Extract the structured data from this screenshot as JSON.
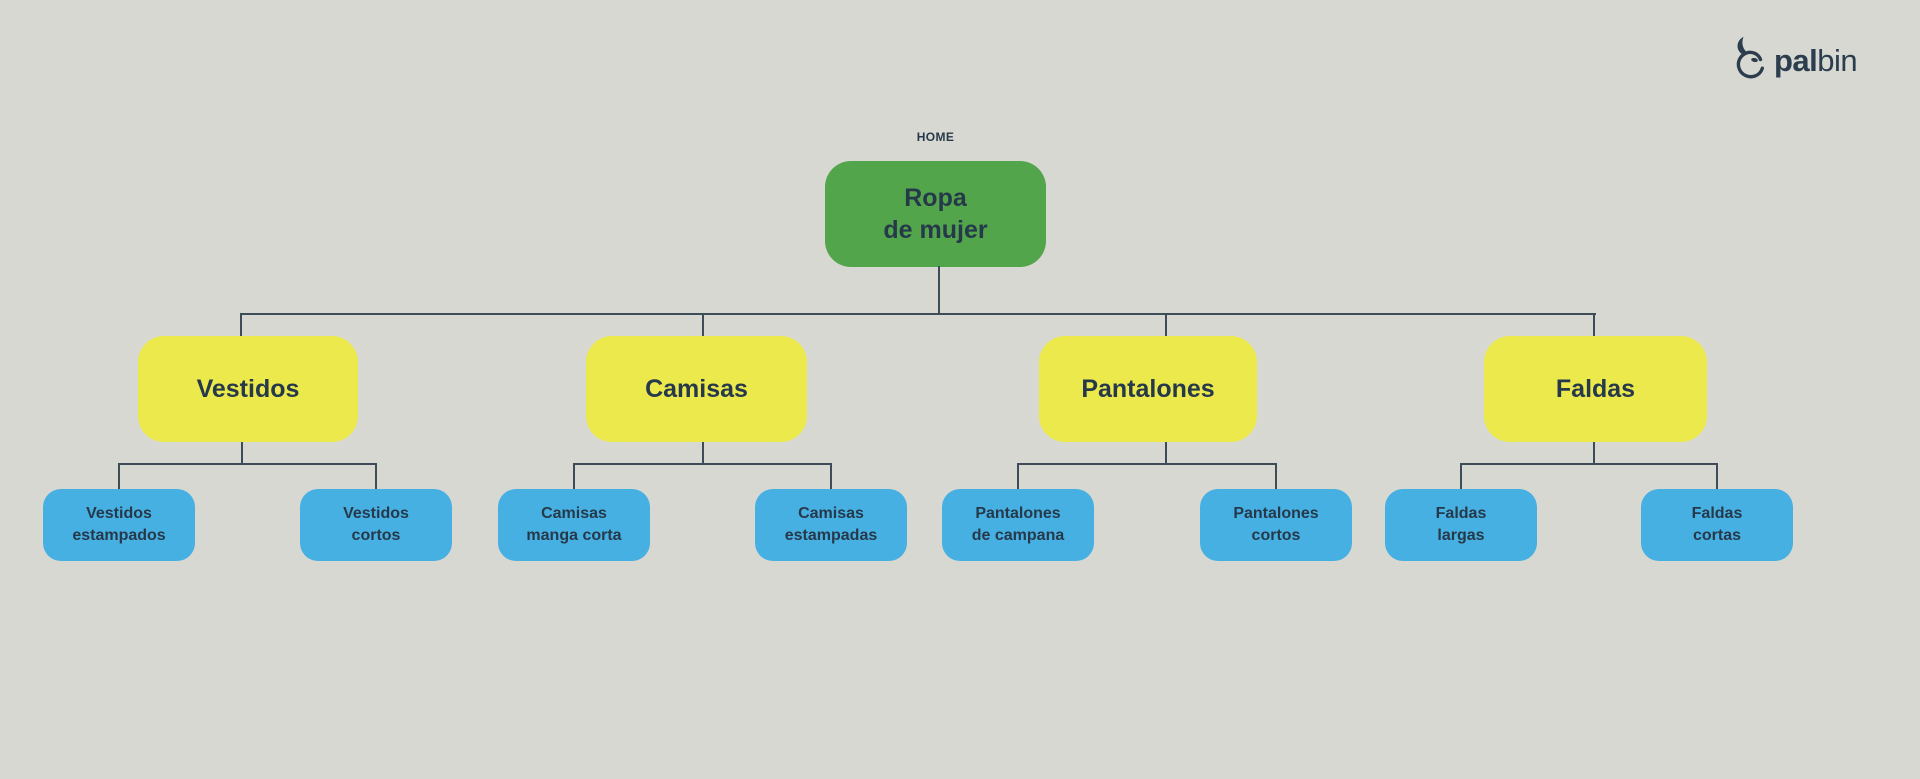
{
  "page": {
    "background_color": "#d8d8d2"
  },
  "logo": {
    "icon": "palbin-fish-icon",
    "text_bold": "pal",
    "text_regular": "bin",
    "color": "#2c3d4e"
  },
  "colors": {
    "bg": "#d8d8d2",
    "root_box": "#52a54a",
    "category_box": "#ece94c",
    "subcategory_box": "#47b0e2",
    "box_text": "#26394a",
    "connector": "#3d4c57",
    "logo_text": "#2c3d4e"
  },
  "tree": {
    "home": "HOME",
    "root": {
      "line1": "Ropa",
      "line2": "de mujer"
    },
    "categories": [
      {
        "label": "Vestidos",
        "children": [
          {
            "line1": "Vestidos",
            "line2": "estampados"
          },
          {
            "line1": "Vestidos",
            "line2": "cortos"
          }
        ]
      },
      {
        "label": "Camisas",
        "children": [
          {
            "line1": "Camisas",
            "line2": "manga corta"
          },
          {
            "line1": "Camisas",
            "line2": "estampadas"
          }
        ]
      },
      {
        "label": "Pantalones",
        "children": [
          {
            "line1": "Pantalones",
            "line2": "de campana"
          },
          {
            "line1": "Pantalones",
            "line2": "cortos"
          }
        ]
      },
      {
        "label": "Faldas",
        "children": [
          {
            "line1": "Faldas",
            "line2": "largas"
          },
          {
            "line1": "Faldas",
            "line2": "cortas"
          }
        ]
      }
    ]
  }
}
